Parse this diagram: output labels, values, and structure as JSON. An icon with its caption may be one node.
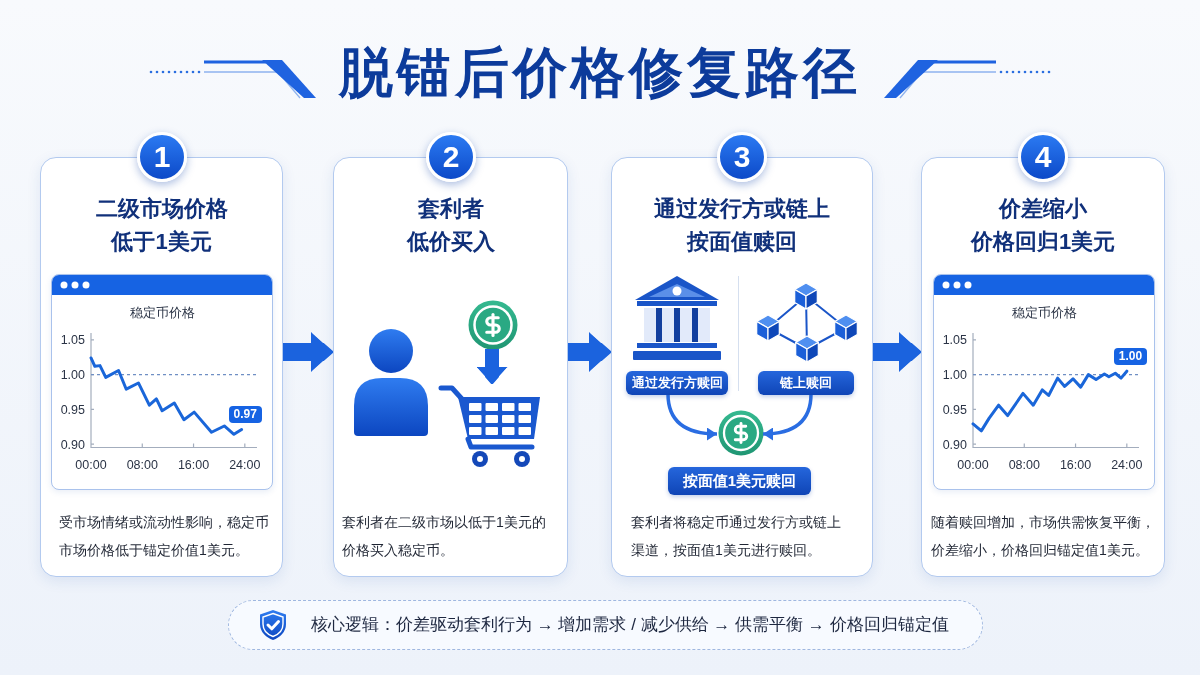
{
  "diagram": {
    "title": "脱锚后价格修复路径",
    "nodes": [
      {
        "text": [
          "1"
        ]
      },
      {
        "text": [
          "二级市场价格低于1美元",
          "受市场情绪或流动性影响，稳定币市场价格低于锚定价值1美元。"
        ]
      },
      {
        "text": [
          "2"
        ]
      },
      {
        "text": [
          "套利者低价买入",
          "套利者在二级市场以低于1美元的价格买入稳定币。"
        ]
      },
      {
        "text": [],
        "shape": "circle",
        "in": 3
      },
      {
        "text": [],
        "shape": "picture",
        "in": 3
      },
      {
        "text": [
          "3"
        ]
      },
      {
        "text": [
          "通过发行方或链上按面值赎回",
          "套利者将稳定币通过发行方或链上渠道，按面值1美元进行赎回。"
        ]
      },
      {
        "text": [
          "通过发行方赎回"
        ],
        "in": 7
      },
      {
        "text": [
          "链上赎回"
        ],
        "in": 7
      },
      {
        "text": [],
        "shape": "circle",
        "in": 7
      },
      {
        "text": [
          "按面值1美元赎回"
        ],
        "in": 7
      },
      {
        "text": [
          "4"
        ]
      },
      {
        "text": [
          "价差缩小价格回归1美元",
          "随着赎回增加，市场供需恢复平衡，价差缩小，价格回归锚定值1美元。"
        ]
      },
      {
        "text": [
          "核心逻辑：价差驱动套利行为 → 增加需求 / 减少供给 → 供需平衡 → 价格回归锚定值"
        ]
      }
    ],
    "edges": [
      {
        "from": 1,
        "to": 3,
        "arrow": "to"
      },
      {
        "from": 3,
        "to": 7,
        "arrow": "to"
      },
      {
        "from": 7,
        "to": 13,
        "arrow": "to"
      },
      {
        "from": 4,
        "to": 5,
        "arrow": "to"
      },
      {
        "from": 8,
        "to": 10,
        "arrow": "to"
      },
      {
        "from": 9,
        "to": 10,
        "arrow": "to"
      }
    ],
    "chart_data": [
      {
        "type": "line",
        "title": "稳定币价格",
        "x": [
          0,
          0.6,
          1.4,
          2.3,
          4.3,
          5.5,
          7.4,
          9.1,
          10.2,
          11.1,
          13,
          14.5,
          16.1,
          18.8,
          20.8,
          22.3,
          23.5
        ],
        "series": [
          {
            "color": "#1a66d9",
            "values": [
              1.024,
              1.012,
              1.013,
              0.996,
              1.006,
              0.979,
              0.988,
              0.956,
              0.965,
              0.948,
              0.959,
              0.935,
              0.946,
              0.917,
              0.926,
              0.914,
              0.921
            ]
          }
        ],
        "xlim": [
          0,
          25.9
        ],
        "ylim": [
          0.895,
          1.06
        ],
        "xticks": [
          {
            "value": 0,
            "label": "00:00"
          },
          {
            "value": 8,
            "label": "08:00"
          },
          {
            "value": 16,
            "label": "16:00"
          },
          {
            "value": 24,
            "label": "24:00"
          }
        ],
        "yticks": [
          {
            "value": 0.9,
            "label": "0.90"
          },
          {
            "value": 0.95,
            "label": "0.95"
          },
          {
            "value": 1.0,
            "label": "1.00"
          },
          {
            "value": 1.05,
            "label": "1.05"
          }
        ],
        "ref_lines": [
          {
            "axis": "y",
            "value": 1.0
          }
        ],
        "annotations": [
          {
            "x": 23.5,
            "y": 0.921,
            "text": "0.97"
          }
        ]
      },
      {
        "type": "line",
        "title": "稳定币价格",
        "x": [
          0,
          1.3,
          2.5,
          4,
          5.4,
          7.8,
          9.4,
          10.8,
          11.8,
          13.2,
          14.3,
          15.6,
          16.8,
          18,
          19.2,
          20.5,
          21.2,
          22.2,
          23.1,
          24
        ],
        "series": [
          {
            "color": "#1a66d9",
            "values": [
              0.929,
              0.919,
              0.937,
              0.956,
              0.941,
              0.973,
              0.956,
              0.978,
              0.97,
              0.995,
              0.983,
              0.994,
              0.982,
              1.0,
              0.993,
              1.001,
              0.997,
              1.002,
              0.995,
              1.005
            ]
          }
        ],
        "xlim": [
          0,
          25.9
        ],
        "ylim": [
          0.895,
          1.06
        ],
        "xticks": [
          {
            "value": 0,
            "label": "00:00"
          },
          {
            "value": 8,
            "label": "08:00"
          },
          {
            "value": 16,
            "label": "16:00"
          },
          {
            "value": 24,
            "label": "24:00"
          }
        ],
        "yticks": [
          {
            "value": 0.9,
            "label": "0.90"
          },
          {
            "value": 0.95,
            "label": "0.95"
          },
          {
            "value": 1.0,
            "label": "1.00"
          },
          {
            "value": 1.05,
            "label": "1.05"
          }
        ],
        "ref_lines": [
          {
            "axis": "y",
            "value": 1.0
          }
        ],
        "annotations": [
          {
            "x": 24,
            "y": 1.005,
            "text": "1.00"
          }
        ]
      }
    ]
  }
}
